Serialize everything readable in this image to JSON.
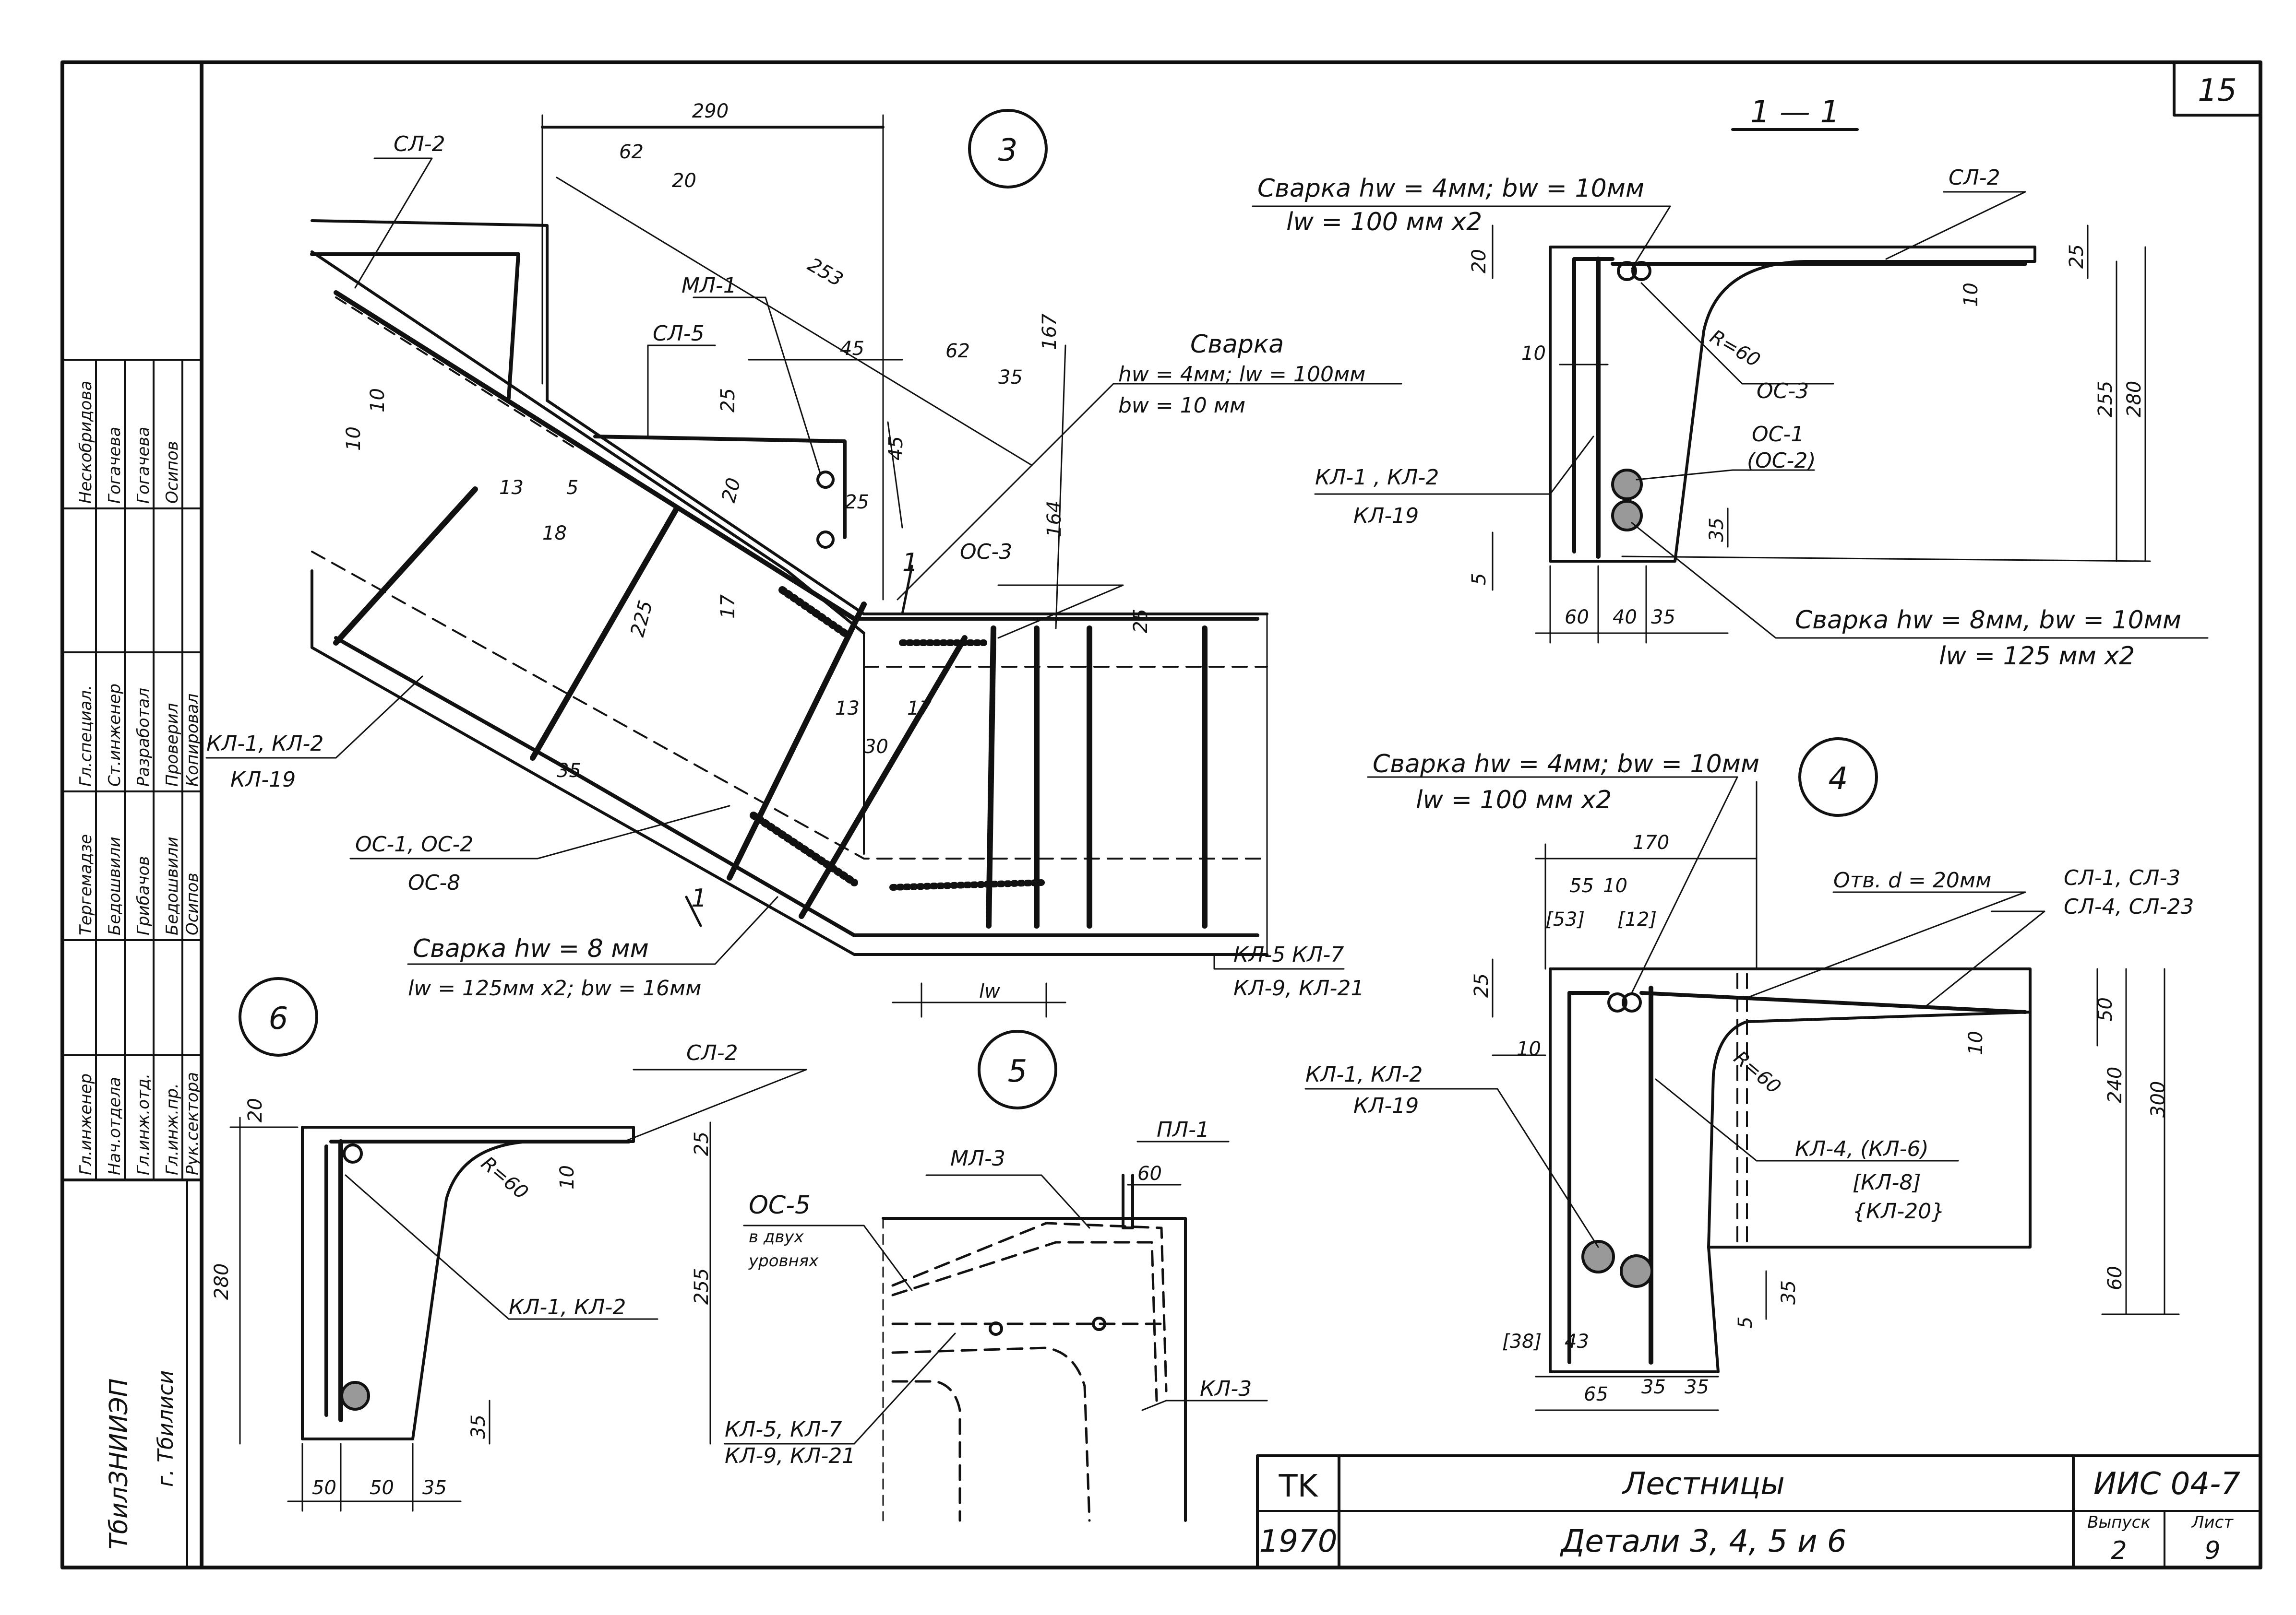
{
  "sheet": {
    "sheet_number": "15",
    "title_block": {
      "code": "TK",
      "year": "1970",
      "title": "Лестницы",
      "subtitle": "Детали 3, 4, 5 и 6",
      "series": "ИИС 04-7",
      "issue_label": "Выпуск",
      "issue": "2",
      "sheet_label": "Лист",
      "sheet": "9"
    },
    "organization": {
      "name": "ТбилЗНИИЭП",
      "city": "г. Тбилиси"
    },
    "staff": [
      {
        "role": "Гл.инженер",
        "name": "Тергемадзе",
        "sig": "Тергемадзе"
      },
      {
        "role": "Нач.отдела",
        "name": "Бедошвили",
        "sig": "Бедошвили"
      },
      {
        "role": "Гл.инж.отд.",
        "name": "Грибачов",
        "sig": "Грибачов"
      },
      {
        "role": "Гл.инж.пр.",
        "name": "Бедошвили",
        "sig": "Бедошвили"
      },
      {
        "role": "Рук.сектора",
        "name": "Осипов",
        "sig": "Осипов"
      }
    ],
    "staff2": [
      {
        "role": "Гл.специал.",
        "name": "Нескобридова"
      },
      {
        "role": "Ст.инженер",
        "name": "Гогачева"
      },
      {
        "role": "Разработал",
        "name": "Гогачева"
      },
      {
        "role": "Проверил",
        "name": "Осипов"
      },
      {
        "role": "Копировал",
        "name": ""
      }
    ]
  },
  "detail3": {
    "number": "3",
    "section_mark": "1",
    "dims": {
      "d290": "290",
      "d62a": "62",
      "d20": "20",
      "d253": "253",
      "d45a": "45",
      "d62b": "62",
      "d35": "35",
      "d167": "167",
      "d45b": "45",
      "d25a": "25",
      "d25b": "25",
      "d164": "164",
      "d13a": "13",
      "d5": "5",
      "d18": "18",
      "d20b": "20",
      "d10a": "10",
      "d10b": "10",
      "d225": "225",
      "d17a": "17",
      "d13b": "13",
      "d17b": "17",
      "d30": "30",
      "d35b": "35",
      "d25c": "25",
      "lw": "lw"
    },
    "labels": {
      "sl2": "СЛ-2",
      "ml1": "МЛ-1",
      "sl5": "СЛ-5",
      "oc3": "ОС-3",
      "weld_top_1": "Сварка",
      "weld_top_2": "hw = 4мм; lw = 100мм",
      "weld_top_3": "bw = 10 мм",
      "kl_left_1": "КЛ-1, КЛ-2",
      "kl_left_2": "КЛ-19",
      "oc_1": "ОС-1, ОС-2",
      "oc_2": "ОС-8",
      "weld_bot_1": "Сварка hw = 8 мм",
      "weld_bot_2": "lw = 125мм x2; bw = 16мм",
      "kl_right_1": "КЛ-5  КЛ-7",
      "kl_right_2": "КЛ-9, КЛ-21"
    }
  },
  "section11": {
    "title": "1 — 1",
    "weld1_1": "Сварка hw = 4мм; bw = 10мм",
    "weld1_2": "lw = 100 мм x2",
    "sl2": "СЛ-2",
    "oc3": "ОС-3",
    "oc1": "ОС-1",
    "oc2": "(ОС-2)",
    "kl_1": "КЛ-1 , КЛ-2",
    "kl_2": "КЛ-19",
    "weld2_1": "Сварка hw = 8мм, bw = 10мм",
    "weld2_2": "lw = 125 мм x2",
    "r": "R=60",
    "dims": {
      "d20": "20",
      "d10": "10",
      "d25": "25",
      "d10b": "10",
      "d255": "255",
      "d280": "280",
      "d35": "35",
      "d5": "5",
      "d60": "60",
      "d40": "40",
      "d35b": "35"
    }
  },
  "detail4": {
    "number": "4",
    "weld_1": "Сварка hw = 4мм; bw = 10мм",
    "weld_2": "lw = 100 мм x2",
    "hole": "Отв. d = 20мм",
    "sl_1": "СЛ-1, СЛ-3",
    "sl_2": "СЛ-4, СЛ-23",
    "kl_1": "КЛ-1, КЛ-2",
    "kl_2": "КЛ-19",
    "kl4_1": "КЛ-4, (КЛ-6)",
    "kl4_2": "[КЛ-8]",
    "kl4_3": "{КЛ-20}",
    "r": "R=60",
    "dims": {
      "d170": "170",
      "d55": "55",
      "d10": "10",
      "d53": "[53]",
      "d12": "[12]",
      "d25": "25",
      "d10b": "10",
      "d50": "50",
      "d10c": "10",
      "d240": "240",
      "d300": "300",
      "d60": "60",
      "d35": "35",
      "d5": "5",
      "d38": "[38]",
      "d43": "43",
      "d65": "65",
      "d35b": "35",
      "d35c": "35"
    }
  },
  "detail5": {
    "number": "5",
    "pl1": "ПЛ-1",
    "ml3": "МЛ-3",
    "oc5_1": "ОС-5",
    "oc5_2": "в двух",
    "oc5_3": "уровнях",
    "d60": "60",
    "kl_1": "КЛ-5, КЛ-7",
    "kl_2": "КЛ-9, КЛ-21",
    "kl3": "КЛ-3"
  },
  "detail6": {
    "number": "6",
    "sl2": "СЛ-2",
    "kl": "КЛ-1, КЛ-2",
    "r": "R=60",
    "dims": {
      "d20": "20",
      "d25": "25",
      "d10": "10",
      "d280": "280",
      "d255": "255",
      "d35": "35",
      "d50a": "50",
      "d50b": "50",
      "d35b": "35"
    }
  }
}
